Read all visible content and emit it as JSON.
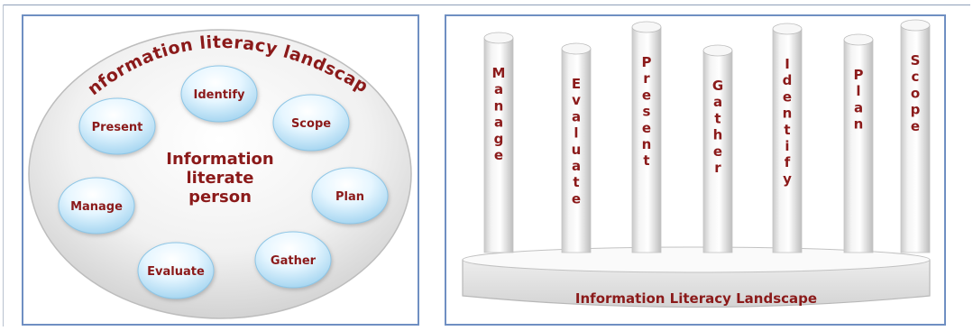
{
  "landscape_diagram": {
    "arc_title": "Information literacy landscape",
    "center_lines": [
      "Information",
      "literate",
      "person"
    ],
    "nodes": [
      "Identify",
      "Scope",
      "Plan",
      "Gather",
      "Evaluate",
      "Manage",
      "Present"
    ]
  },
  "pillars_diagram": {
    "base_label": "Information Literacy Landscape",
    "pillars": [
      "Manage",
      "Evaluate",
      "Present",
      "Gather",
      "Identify",
      "Plan",
      "Scope"
    ]
  },
  "colors": {
    "text_red": "#8b1a1a",
    "panel_border": "#6f8fc2",
    "bubble_light": "#f2fbff",
    "bubble_dark": "#a8d8f2"
  }
}
